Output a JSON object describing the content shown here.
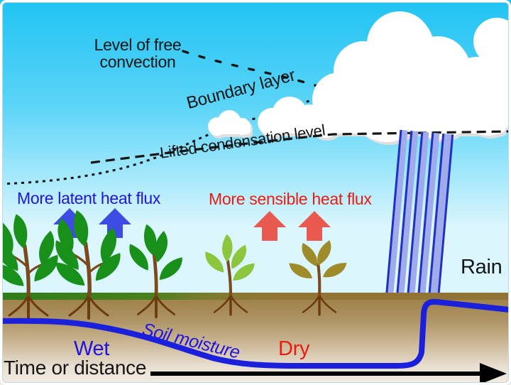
{
  "diagram": {
    "labels": {
      "lfc_line1": "Level of free",
      "lfc_line2": "convection",
      "boundary_layer": "Boundary layer",
      "lifted_condensation_level": "Lifted condensation level",
      "more_latent_heat_flux": "More latent heat flux",
      "more_sensible_heat_flux": "More sensible heat flux",
      "rain": "Rain",
      "wet": "Wet",
      "dry": "Dry",
      "soil_moisture": "Soil moisture",
      "time_or_distance": "Time or distance"
    },
    "graphics": {
      "cloud": "cumulus-cloud",
      "rain": "slanted-rain-streaks",
      "latent_arrows": "two-blue-up-block-arrows",
      "sensible_arrows": "two-red-up-block-arrows",
      "plants": "five-plants-healthy-to-dry-left-to-right",
      "soil_moisture_curve": "blue-curve-high-left-low-right-rising-under-rain",
      "time_axis": "black-right-arrow"
    },
    "colors": {
      "sky_top": "#20c3f3",
      "sky_bottom": "#dcf6fd",
      "cloud": "#ffffff",
      "cloud_shadow": "#dfdfdf",
      "rain_light": "#9fabea",
      "rain_dark": "#2030c0",
      "latent_blue": "#2013e0",
      "sensible_red": "#ea1c10",
      "arrow_blue": "#3d4ce2",
      "arrow_red": "#e85a50",
      "leaf_healthy": "#18901a",
      "leaf_stressed": "#8cc63f",
      "leaf_dry": "#9e8b2a",
      "stem_brown": "#7b4a1c",
      "grass_green": "#2e7c19",
      "soil_top": "#9a7d41",
      "soil_bottom": "#f2ece4",
      "curve_blue": "#1b20dd",
      "text_black": "#151515"
    }
  }
}
